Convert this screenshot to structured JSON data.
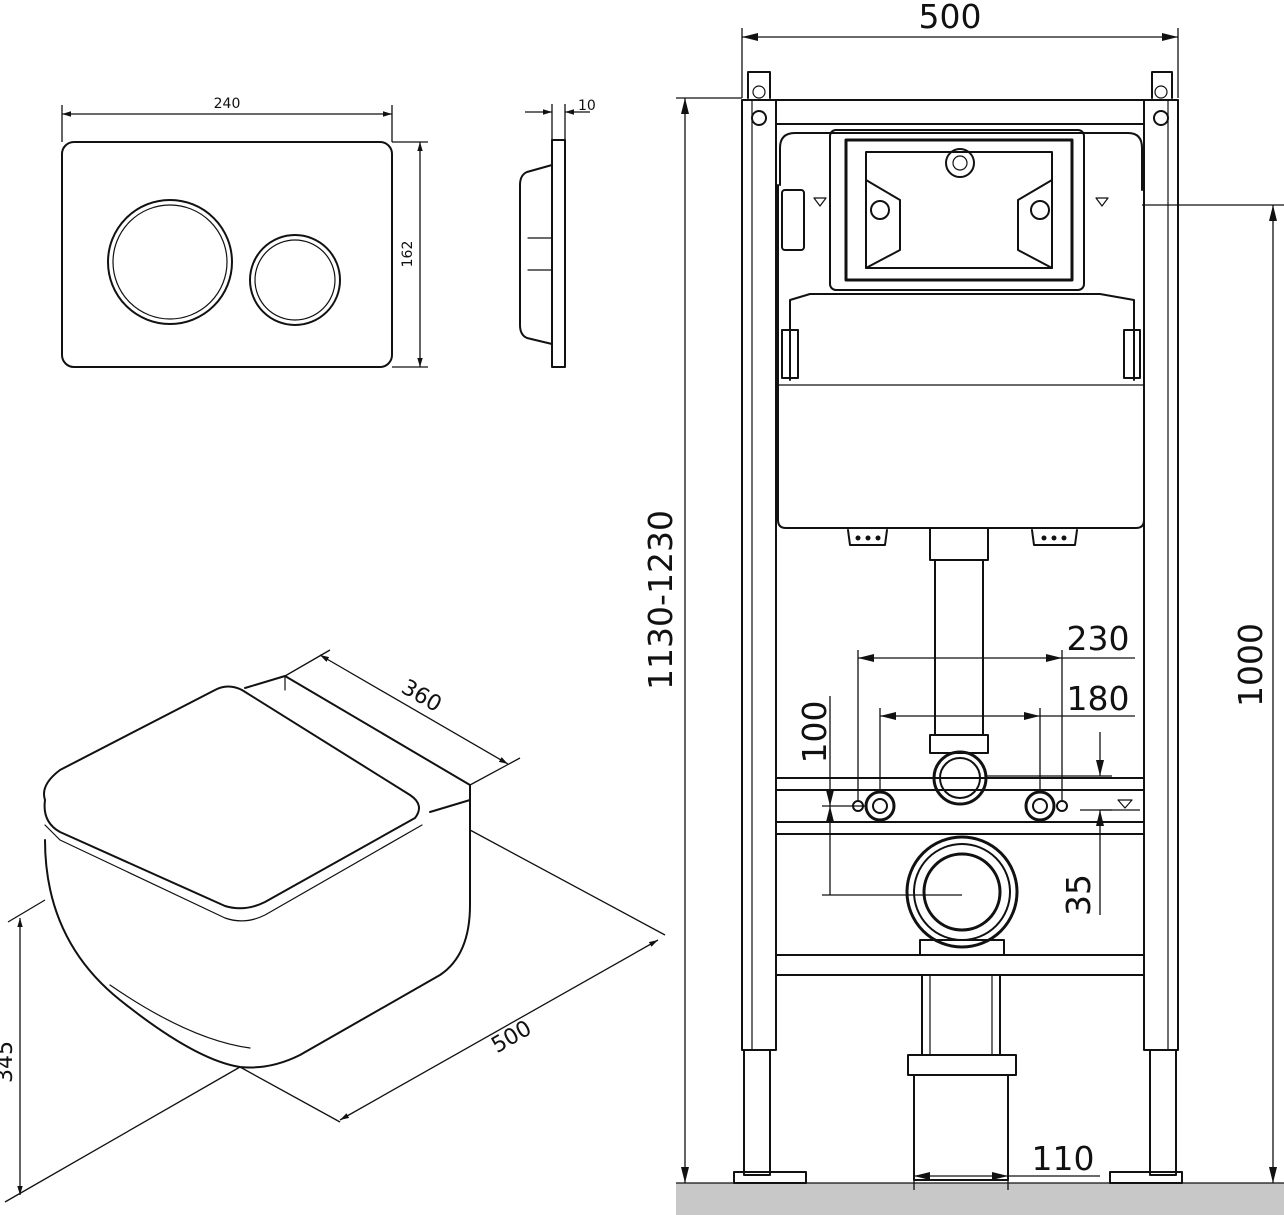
{
  "flush_plate": {
    "width_dim": "240",
    "height_dim": "162",
    "depth_dim": "10"
  },
  "toilet": {
    "depth_dim": "360",
    "length_dim": "500",
    "height_dim": "345"
  },
  "frame": {
    "width_dim": "500",
    "total_height_dim": "1130-1230",
    "outlet_height_dim": "1000",
    "bolt_spacing_outer_dim": "230",
    "bolt_spacing_inner_dim": "180",
    "inlet_offset_dim": "100",
    "outlet_offset_dim": "35",
    "drain_diameter_dim": "110"
  },
  "colors": {
    "line": "#111111",
    "floor": "#c8c8c8",
    "background": "#ffffff"
  }
}
